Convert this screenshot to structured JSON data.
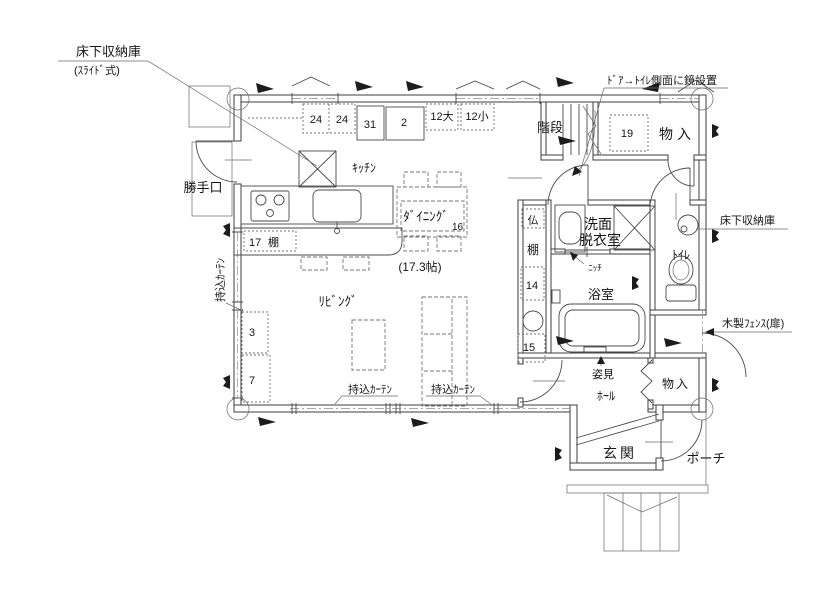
{
  "drawing_type": "floor-plan",
  "colors": {
    "line": "#3e3e3e",
    "text": "#161616",
    "background": "#ffffff"
  },
  "annotations": {
    "floor_storage_title": "床下収納庫",
    "floor_storage_sub": "(ｽﾗｲﾄﾞ式)",
    "mirror_note": "ﾄﾞｱ→ﾄｲﾚ側面に鏡設置",
    "floor_storage_right": "床下収納庫",
    "wood_fence": "木製ﾌｪﾝｽ(扉)",
    "curtain_left": "持込ｶｰﾃﾝ",
    "curtain_bottom_1": "持込ｶｰﾃﾝ",
    "curtain_bottom_2": "持込ｶｰﾃﾝ",
    "ldk_area": "(17.3帖)"
  },
  "rooms": {
    "kitchen": "ｷｯﾁﾝ",
    "dining": "ﾀﾞｲﾆﾝｸﾞ",
    "dining_num": "16",
    "living": "ﾘﾋﾞﾝｸﾞ",
    "stairs": "階段",
    "closet_top": "物入",
    "closet_hall": "物入",
    "washroom_line1": "洗面",
    "washroom_line2": "脱衣室",
    "bathroom": "浴室",
    "toilet": "ﾄｲﾚ",
    "hall": "ﾎｰﾙ",
    "entrance": "玄関",
    "porch": "ポーチ",
    "backdoor": "勝手口",
    "butsudan_line1": "仏",
    "butsudan_line2": "棚",
    "niche": "ﾆｯﾁ",
    "mirror": "姿見"
  },
  "numbers": {
    "cab_24a": "24",
    "cab_24b": "24",
    "cab_31": "31",
    "cab_2": "2",
    "cab_12_large": "12大",
    "cab_12_small": "12小",
    "closet_19": "19",
    "shelf_17": "17",
    "shelf_17_label": "棚",
    "box_3": "3",
    "box_7": "7",
    "box_14": "14",
    "box_15": "15"
  }
}
